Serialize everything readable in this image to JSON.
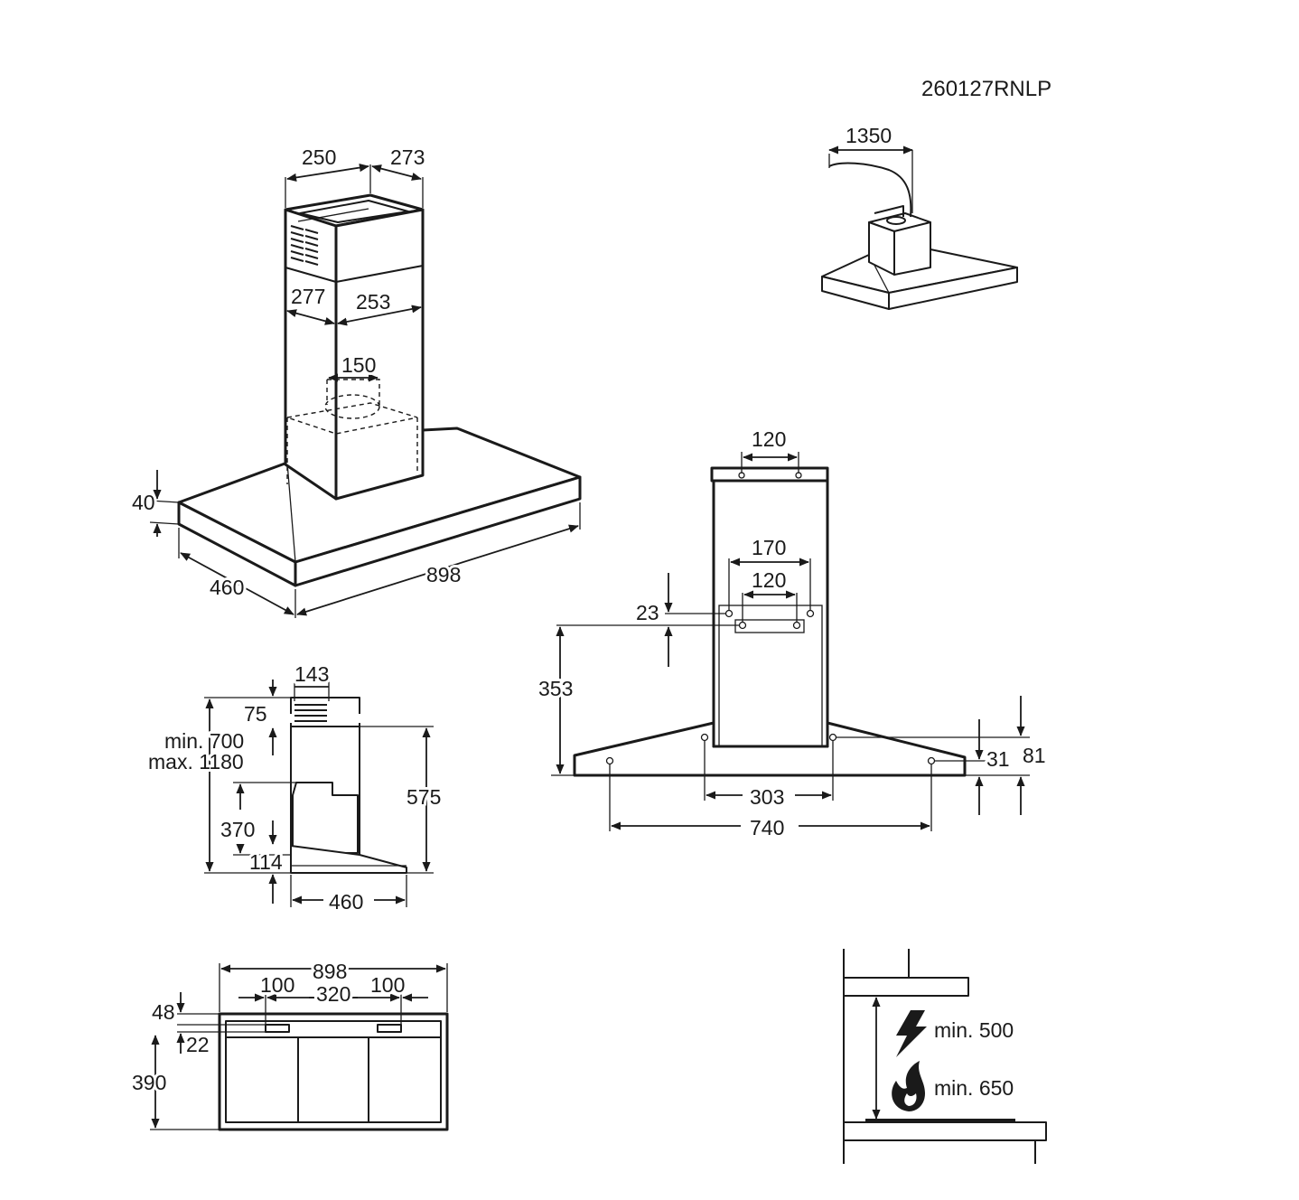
{
  "model_code": "260127RNLP",
  "views": {
    "isometric": {
      "dim_chimney_width": "250",
      "dim_chimney_depth": "273",
      "dim_chimney_inner_depth": "277",
      "dim_chimney_inner_width": "253",
      "dim_outlet_diameter": "150",
      "dim_canopy_height": "40",
      "dim_hood_depth": "460",
      "dim_hood_width": "898"
    },
    "cable": {
      "dim_cable_length": "1350"
    },
    "side": {
      "dim_top_vent": "143",
      "dim_top_offset": "75",
      "dim_chimney_min": "min. 700",
      "dim_chimney_max": "max. 1180",
      "dim_575": "575",
      "dim_370": "370",
      "dim_114": "114",
      "dim_depth": "460"
    },
    "front": {
      "dim_top_bracket": "120",
      "dim_bracket_outer": "170",
      "dim_bracket_inner": "120",
      "dim_23": "23",
      "dim_353": "353",
      "dim_31": "31",
      "dim_81": "81",
      "dim_303": "303",
      "dim_740": "740"
    },
    "bottom": {
      "dim_width": "898",
      "dim_left_margin": "100",
      "dim_center": "320",
      "dim_right_margin": "100",
      "dim_48": "48",
      "dim_22": "22",
      "dim_depth": "390"
    },
    "clearance": {
      "electric_label": "min. 500",
      "gas_label": "min. 650",
      "icons": [
        "lightning-icon",
        "flame-icon"
      ]
    }
  }
}
